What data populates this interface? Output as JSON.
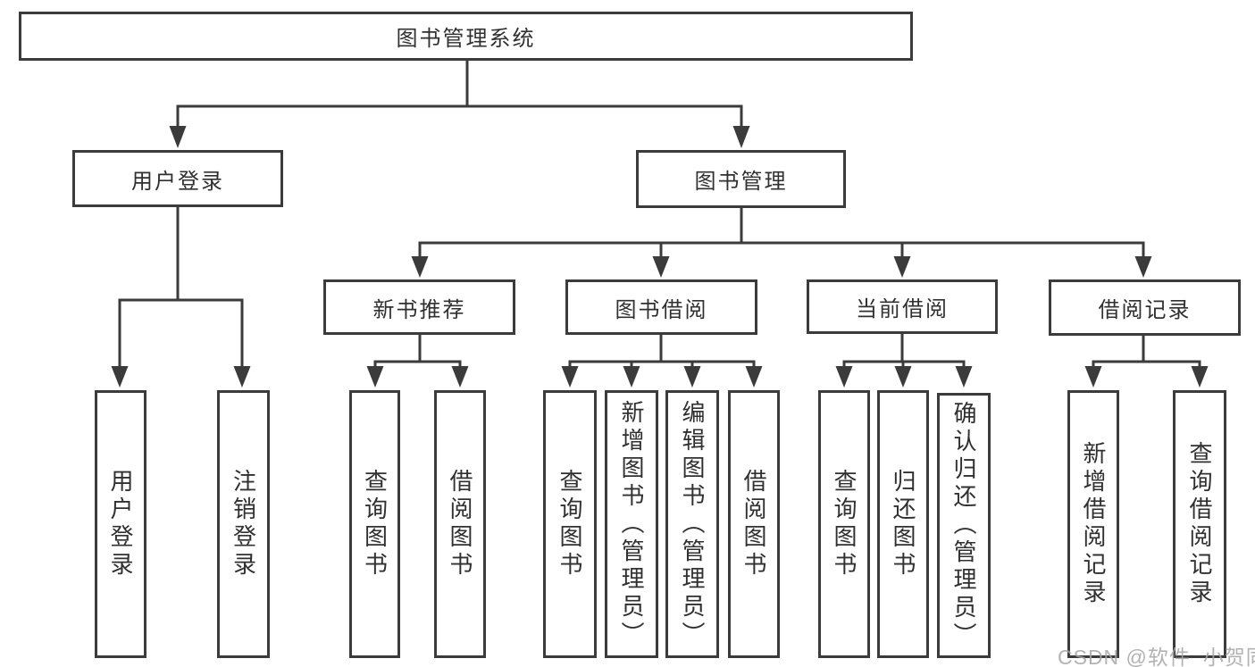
{
  "tree": {
    "root": "图书管理系统",
    "branches": [
      {
        "label": "用户登录",
        "leaves": [
          "用户登录",
          "注销登录"
        ]
      },
      {
        "label": "图书管理",
        "groups": [
          {
            "label": "新书推荐",
            "leaves": [
              "查询图书",
              "借阅图书"
            ]
          },
          {
            "label": "图书借阅",
            "leaves": [
              "查询图书",
              "新增图书（管理员）",
              "编辑图书（管理员）",
              "借阅图书"
            ]
          },
          {
            "label": "当前借阅",
            "leaves": [
              "查询图书",
              "归还图书",
              "确认归还（管理员）"
            ]
          },
          {
            "label": "借阅记录",
            "leaves": [
              "新增借阅记录",
              "查询借阅记录"
            ]
          }
        ]
      }
    ]
  },
  "watermark": {
    "text": "CSDN @软件_小贺同学",
    "color": "#a5a5a5"
  },
  "colors": {
    "line": "#3b3b3b",
    "text": "#303030",
    "background": "#ffffff"
  }
}
